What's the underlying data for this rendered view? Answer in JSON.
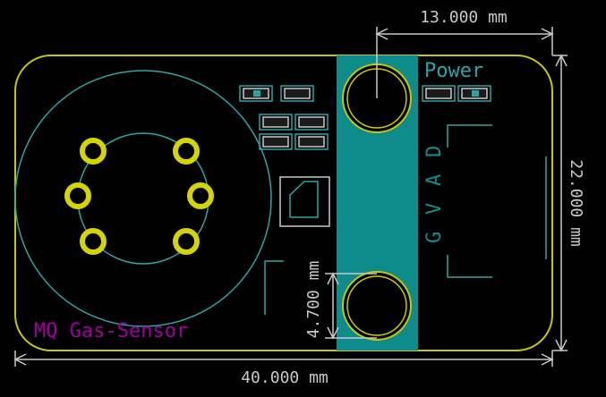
{
  "board": {
    "title": "MQ Gas-Sensor",
    "power_label": "Power",
    "pin_labels": [
      "G",
      "V",
      "A",
      "D"
    ]
  },
  "dimensions": {
    "width": "40.000 mm",
    "height": "22.000 mm",
    "top_offset": "13.000 mm",
    "hole_spacing": "4.700 mm"
  },
  "colors": {
    "background": "#000000",
    "board_outline": "#c8c800",
    "dimension_line": "#c8c8c8",
    "silkscreen": "#2aa5a5",
    "copper_strip": "#0e8b8b",
    "pad_yellow": "#d4d400",
    "title_magenta": "#a000a0"
  }
}
